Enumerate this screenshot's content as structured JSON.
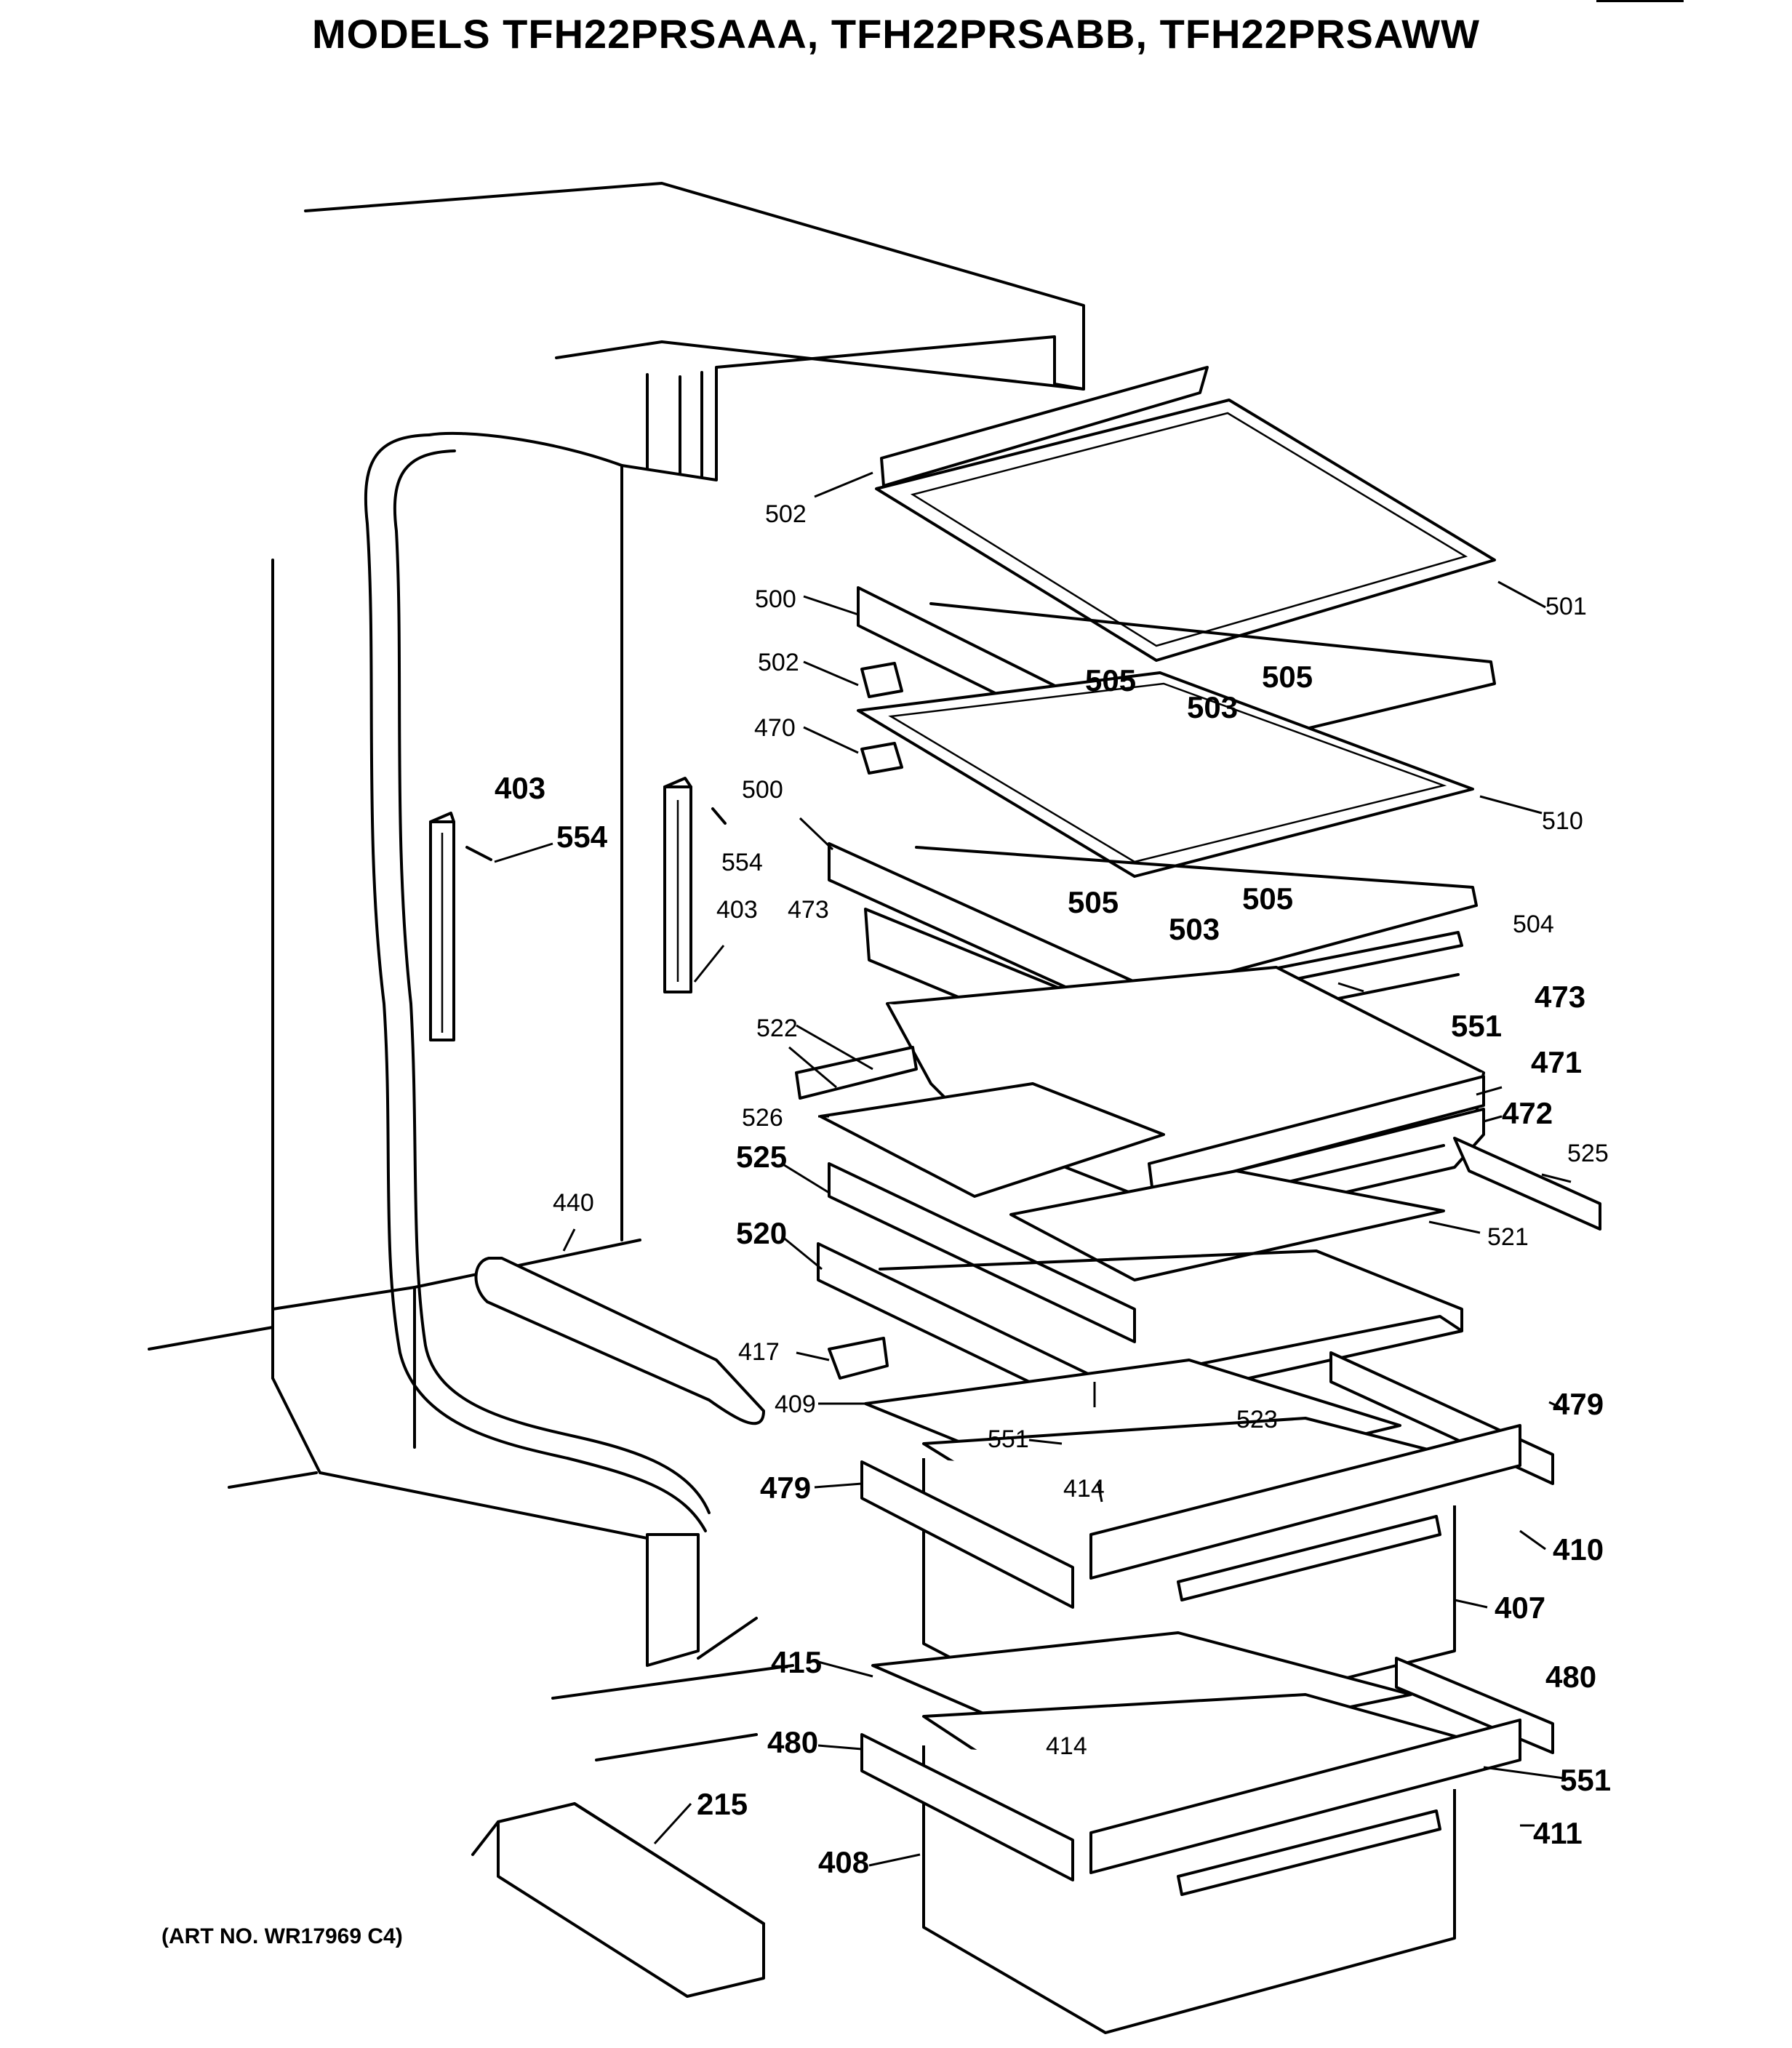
{
  "title": "MODELS TFH22PRSAAA, TFH22PRSABB, TFH22PRSAWW",
  "art_number": "(ART NO. WR17969 C4)",
  "part_labels": {
    "p502a": "502",
    "p501": "501",
    "p500a": "500",
    "p505a": "505",
    "p505b": "505",
    "p502b": "502",
    "p503a": "503",
    "p470": "470",
    "p510": "510",
    "p403a": "403",
    "p554a": "554",
    "p500b": "500",
    "p554b": "554",
    "p505c": "505",
    "p505d": "505",
    "p403b": "403",
    "p473a": "473",
    "p503b": "503",
    "p504": "504",
    "p473b": "473",
    "p551a": "551",
    "p522": "522",
    "p471": "471",
    "p526": "526",
    "p472": "472",
    "p525a": "525",
    "p525b": "525",
    "p440": "440",
    "p521": "521",
    "p520": "520",
    "p417": "417",
    "p523": "523",
    "p479a": "479",
    "p409": "409",
    "p551b": "551",
    "p414a": "414",
    "p479b": "479",
    "p410": "410",
    "p407": "407",
    "p415": "415",
    "p480a": "480",
    "p480b": "480",
    "p414b": "414",
    "p551c": "551",
    "p215": "215",
    "p411": "411",
    "p408": "408"
  }
}
